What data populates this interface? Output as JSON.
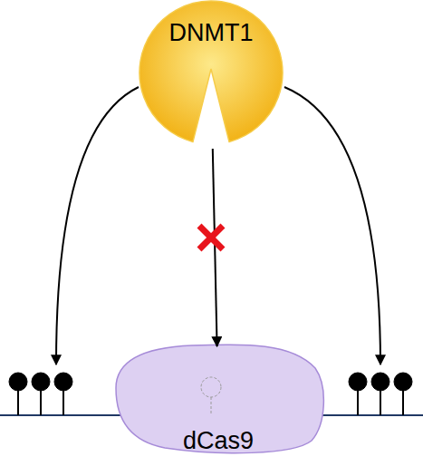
{
  "diagram": {
    "nodes": [
      {
        "text": [
          "DNMT1"
        ]
      },
      {
        "text": [
          "dCas9"
        ]
      }
    ],
    "edges": [
      {
        "from": 0,
        "to": 1,
        "arrow": "to"
      }
    ]
  }
}
